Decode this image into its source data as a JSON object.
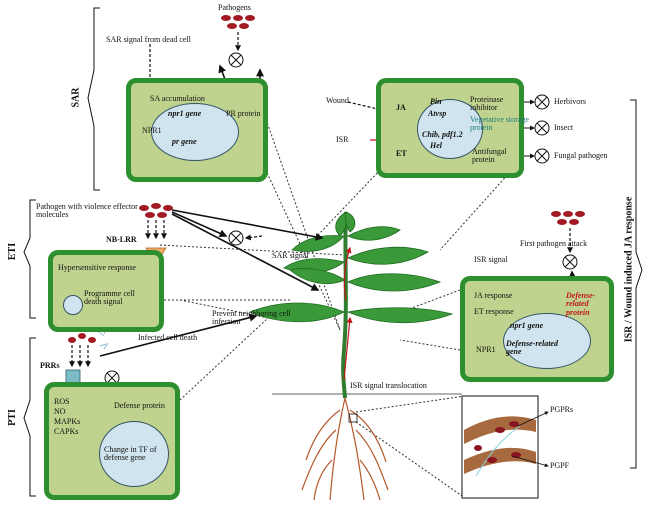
{
  "sections": {
    "sar": "SAR",
    "eti": "ETI",
    "pti": "PTI",
    "isr": "ISR / Wound induced JA response"
  },
  "sar_cell": {
    "incoming": "SAR signal from dead cell",
    "pathogens": "Pathogens",
    "sa_accumulation": "SA accumulation",
    "npr1_gene": "npr1 gene",
    "npr1": "NPR1",
    "pr_gene": "pr gene",
    "pr_protein": "PR protein"
  },
  "ja_cell": {
    "wound": "Wound",
    "isr": "ISR",
    "ja": "JA",
    "et": "ET",
    "genes": [
      "Pin",
      "Atvsp",
      "Chib, pdf1.2",
      "Hel"
    ],
    "proteinase_inhibitor": "Proteinase inhibitor",
    "vegetative_storage": "Vegetative storage protein",
    "antifungal": "Antifungal protein",
    "herbivors": "Herbivors",
    "insect": "Insect",
    "fungal": "Fungal pathogen"
  },
  "eti_cell": {
    "pathogen_label": "Pathogen with violence effector molecules",
    "receptor": "NB-LRR",
    "hypersensitive": "Hypersensitive response",
    "pcd_signal": "Programme cell death signal",
    "infected_death": "Infected cell death",
    "prevent": "Prevent neighboring cell infection",
    "sar_signal": "SAR signal"
  },
  "pti_cell": {
    "prrs": "PRRs",
    "signals": [
      "ROS",
      "NO",
      "MAPKs",
      "CAPKs"
    ],
    "defense_protein": "Defense protein",
    "change_tf": "Change in TF of defense gene"
  },
  "isr_cell": {
    "isr_signal": "ISR signal",
    "first_attack": "First pathogen attack",
    "ja_response": "JA response",
    "et_response": "ET response",
    "npr1_gene": "npr1 gene",
    "npr1": "NPR1",
    "defense_gene": "Defense-related gene",
    "defense_protein": "Defense-related protein",
    "translocation": "ISR signal translocation"
  },
  "root": {
    "pgprs": "PGPRs",
    "pgpf": "PGPF"
  },
  "colors": {
    "cell_border": "#2e8f2e",
    "cytoplasm": "#bfd38e",
    "nucleus": "#cfe4ee",
    "pathogen": "#a31a24",
    "red_text": "#c0161b",
    "teal_text": "#1f7a78"
  }
}
